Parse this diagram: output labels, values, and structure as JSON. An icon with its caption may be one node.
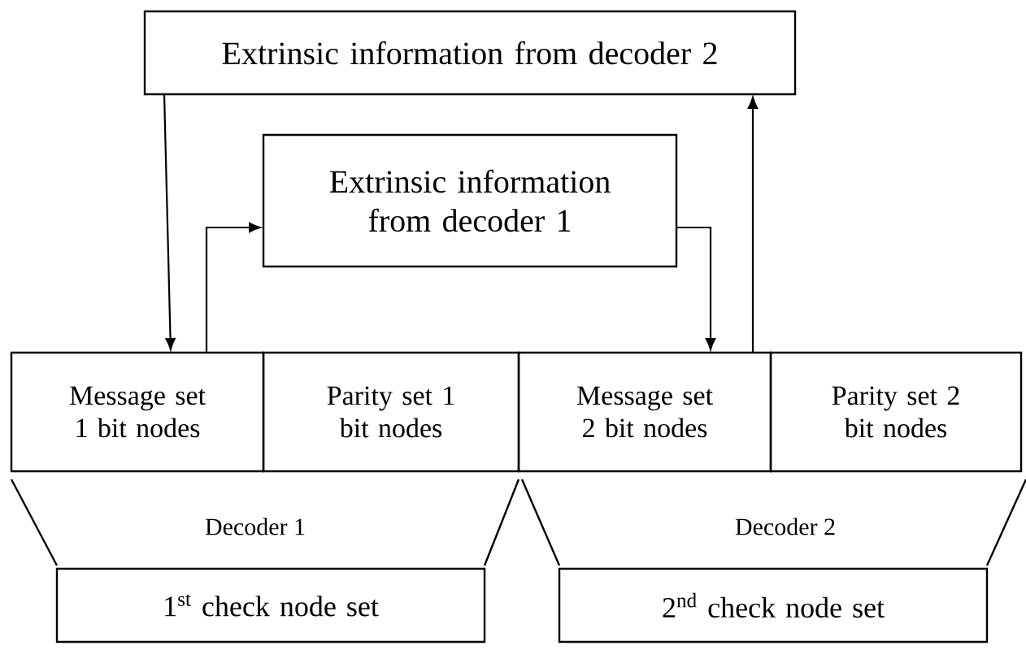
{
  "diagram": {
    "nodes": [
      {
        "text": [
          "Extrinsic information from decoder 2"
        ]
      },
      {
        "text": [
          "Extrinsic information from decoder 1"
        ]
      },
      {
        "text": [
          "Message set 1 bit nodes"
        ]
      },
      {
        "text": [
          "Parity set 1 bit nodes"
        ]
      },
      {
        "text": [
          "Message set 2 bit nodes"
        ]
      },
      {
        "text": [
          "Parity set 2 bit nodes"
        ]
      },
      {
        "text": [
          "1$^{st}$ check node set"
        ]
      },
      {
        "text": [
          "2$^{nd}$ check node set"
        ]
      }
    ],
    "edges": [
      {
        "from": 0,
        "to": 2,
        "arrow": "to"
      },
      {
        "from": 2,
        "to": 1,
        "arrow": "to"
      },
      {
        "from": 1,
        "to": 4,
        "arrow": "to"
      },
      {
        "from": 4,
        "to": 0,
        "arrow": "to"
      }
    ],
    "labels": [
      "Decoder 1",
      "Decoder 2"
    ]
  }
}
